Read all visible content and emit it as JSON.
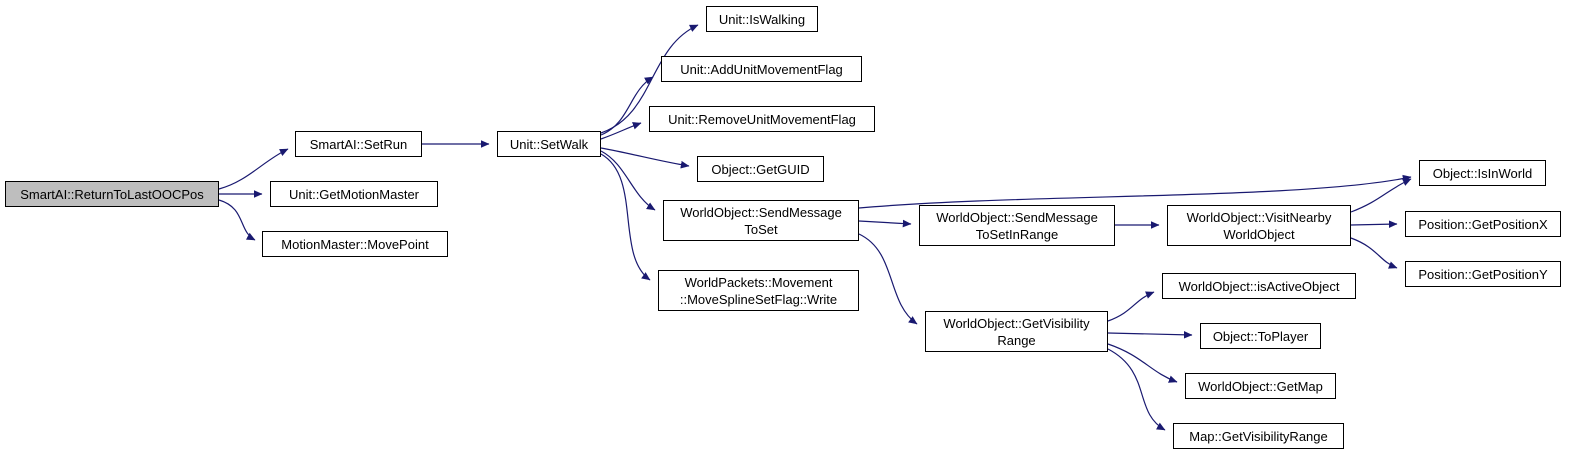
{
  "diagram": {
    "type": "call-graph",
    "colors": {
      "background": "#ffffff",
      "node_fill": "#ffffff",
      "node_border": "#000000",
      "highlight_fill": "#BEBEBE",
      "edge": "#191970"
    },
    "nodes": {
      "return_to_last_oocpos": {
        "label": "SmartAI::ReturnToLastOOCPos",
        "highlighted": true
      },
      "set_run": {
        "label": "SmartAI::SetRun"
      },
      "get_motion_master": {
        "label": "Unit::GetMotionMaster"
      },
      "move_point": {
        "label": "MotionMaster::MovePoint"
      },
      "set_walk": {
        "label": "Unit::SetWalk"
      },
      "is_walking": {
        "label": "Unit::IsWalking"
      },
      "add_unit_movement_flag": {
        "label": "Unit::AddUnitMovementFlag"
      },
      "remove_unit_movement_flag": {
        "label": "Unit::RemoveUnitMovementFlag"
      },
      "get_guid": {
        "label": "Object::GetGUID"
      },
      "send_message_to_set": {
        "label": "WorldObject::SendMessage\nToSet"
      },
      "move_spline_set_flag_write": {
        "label": "WorldPackets::Movement\n::MoveSplineSetFlag::Write"
      },
      "send_message_to_set_in_range": {
        "label": "WorldObject::SendMessage\nToSetInRange"
      },
      "visit_nearby_world_object": {
        "label": "WorldObject::VisitNearby\nWorldObject"
      },
      "is_in_world": {
        "label": "Object::IsInWorld"
      },
      "get_position_x": {
        "label": "Position::GetPositionX"
      },
      "get_position_y": {
        "label": "Position::GetPositionY"
      },
      "get_visibility_range": {
        "label": "WorldObject::GetVisibility\nRange"
      },
      "is_active_object": {
        "label": "WorldObject::isActiveObject"
      },
      "to_player": {
        "label": "Object::ToPlayer"
      },
      "get_map": {
        "label": "WorldObject::GetMap"
      },
      "map_get_visibility_range": {
        "label": "Map::GetVisibilityRange"
      }
    },
    "edges": [
      {
        "from": "SmartAI::ReturnToLastOOCPos",
        "to": "SmartAI::SetRun"
      },
      {
        "from": "SmartAI::ReturnToLastOOCPos",
        "to": "Unit::GetMotionMaster"
      },
      {
        "from": "SmartAI::ReturnToLastOOCPos",
        "to": "MotionMaster::MovePoint"
      },
      {
        "from": "SmartAI::SetRun",
        "to": "Unit::SetWalk"
      },
      {
        "from": "Unit::SetWalk",
        "to": "Unit::IsWalking"
      },
      {
        "from": "Unit::SetWalk",
        "to": "Unit::AddUnitMovementFlag"
      },
      {
        "from": "Unit::SetWalk",
        "to": "Unit::RemoveUnitMovementFlag"
      },
      {
        "from": "Unit::SetWalk",
        "to": "Object::GetGUID"
      },
      {
        "from": "Unit::SetWalk",
        "to": "WorldObject::SendMessageToSet"
      },
      {
        "from": "Unit::SetWalk",
        "to": "WorldPackets::Movement::MoveSplineSetFlag::Write"
      },
      {
        "from": "WorldObject::SendMessageToSet",
        "to": "WorldObject::SendMessageToSetInRange"
      },
      {
        "from": "WorldObject::SendMessageToSet",
        "to": "Object::IsInWorld"
      },
      {
        "from": "WorldObject::SendMessageToSet",
        "to": "WorldObject::GetVisibilityRange"
      },
      {
        "from": "WorldObject::SendMessageToSetInRange",
        "to": "WorldObject::VisitNearbyWorldObject"
      },
      {
        "from": "WorldObject::VisitNearbyWorldObject",
        "to": "Object::IsInWorld"
      },
      {
        "from": "WorldObject::VisitNearbyWorldObject",
        "to": "Position::GetPositionX"
      },
      {
        "from": "WorldObject::VisitNearbyWorldObject",
        "to": "Position::GetPositionY"
      },
      {
        "from": "WorldObject::GetVisibilityRange",
        "to": "WorldObject::isActiveObject"
      },
      {
        "from": "WorldObject::GetVisibilityRange",
        "to": "Object::ToPlayer"
      },
      {
        "from": "WorldObject::GetVisibilityRange",
        "to": "WorldObject::GetMap"
      },
      {
        "from": "WorldObject::GetVisibilityRange",
        "to": "Map::GetVisibilityRange"
      }
    ]
  }
}
